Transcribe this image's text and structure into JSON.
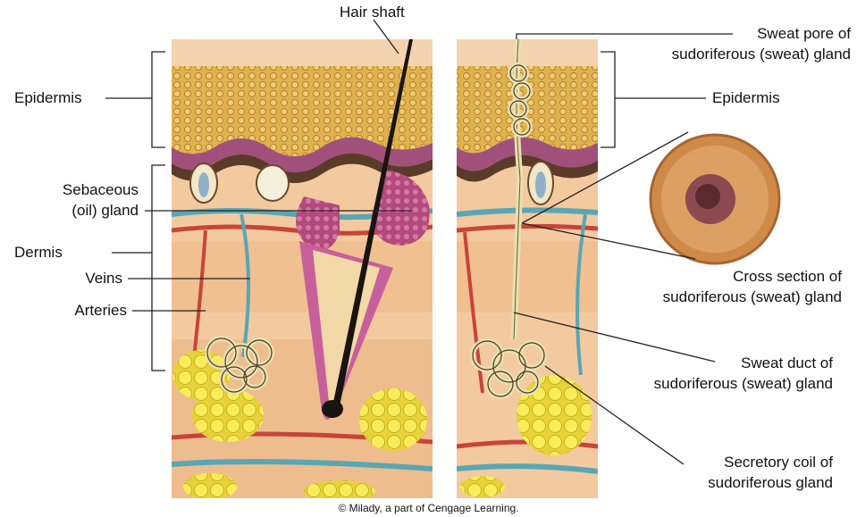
{
  "labels": {
    "hair_shaft": "Hair shaft",
    "epidermis_left": "Epidermis",
    "sebaceous_line1": "Sebaceous",
    "sebaceous_line2": "(oil) gland",
    "dermis": "Dermis",
    "veins": "Veins",
    "arteries": "Arteries",
    "sweat_pore_line1": "Sweat pore of",
    "sweat_pore_line2": "sudoriferous (sweat) gland",
    "epidermis_right": "Epidermis",
    "cross_section_line1": "Cross section of",
    "cross_section_line2": "sudoriferous (sweat) gland",
    "sweat_duct_line1": "Sweat duct of",
    "sweat_duct_line2": "sudoriferous (sweat) gland",
    "secretory_line1": "Secretory coil of",
    "secretory_line2": "sudoriferous gland"
  },
  "credit": "© Milady, a part of Cengage Learning.",
  "colors": {
    "epidermis_top": "#f0c9a0",
    "epidermis_cells": "#d9a84c",
    "basal_layer": "#a0507a",
    "dermis": "#f3caa0",
    "fat": "#f2e23a",
    "vein": "#5aa6b4",
    "artery": "#c8443a",
    "hair": "#1a1410",
    "gland": "#b04a7a"
  }
}
